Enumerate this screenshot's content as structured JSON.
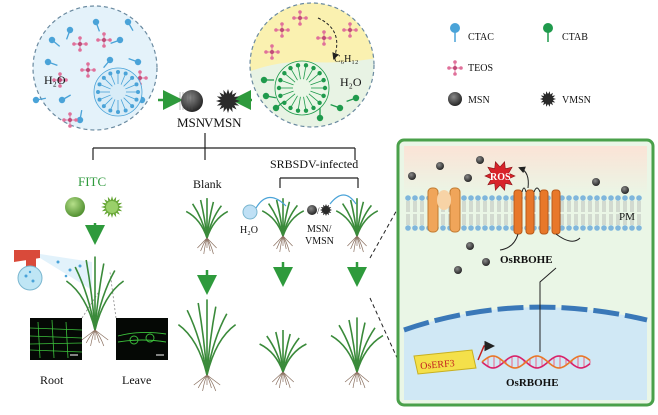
{
  "labels": {
    "h2o_left": "H₂O",
    "c6h12": "C₆H₁₂",
    "h2o_right": "H₂O",
    "msn": "MSN",
    "vmsn": "VMSN",
    "fitc": "FITC",
    "blank": "Blank",
    "srbsdv": "SRBSDV-infected",
    "h2o_treat": "H₂O",
    "msn_vmsn_1": "MSN/",
    "msn_vmsn_2": "VMSN",
    "root": "Root",
    "leave": "Leave",
    "ros": "ROS",
    "pm": "PM",
    "osrbohe_membrane": "OsRBOHE",
    "oserf3": "OsERF3",
    "osrbohe_dna": "OsRBOHE"
  },
  "legend": {
    "ctac": "CTAC",
    "ctab": "CTAB",
    "teos": "TEOS",
    "msn": "MSN",
    "vmsn": "VMSN"
  },
  "colors": {
    "ctac": "#4aa3d8",
    "ctab": "#1f9a4c",
    "teos": "#e0709a",
    "arrow_green": "#2e9a3c",
    "cell_border": "#4aa04a",
    "cell_fill": "#eaf6e6"
  }
}
